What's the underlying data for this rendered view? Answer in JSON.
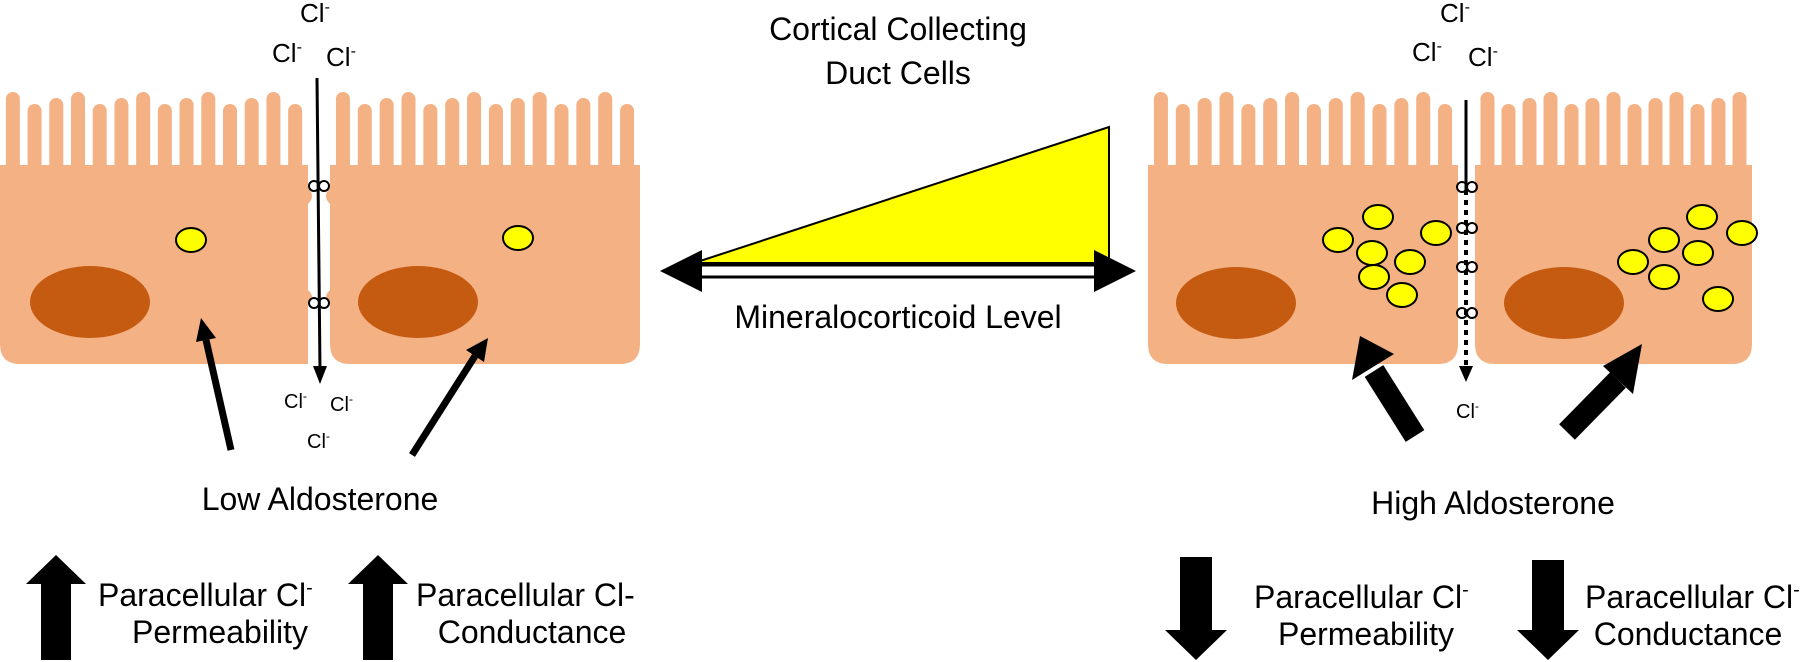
{
  "title_line1": "Cortical Collecting",
  "title_line2": "Duct Cells",
  "gradient_label": "Mineralocorticoid Level",
  "ion_symbol": "Cl",
  "ion_charge": "-",
  "low": {
    "label": "Low Aldosterone",
    "outcome_1": {
      "line1": "Paracellular Cl",
      "line1_charge": "-",
      "line2": "Permeability",
      "direction": "up"
    },
    "outcome_2": {
      "line1": "Paracellular Cl-",
      "line1_charge": "",
      "line2": "Conductance",
      "direction": "up"
    }
  },
  "high": {
    "label": "High Aldosterone",
    "outcome_1": {
      "line1": "Paracellular Cl",
      "line1_charge": "-",
      "line2": "Permeability",
      "direction": "down"
    },
    "outcome_2": {
      "line1": "Paracellular Cl",
      "line1_charge": "-",
      "line2": "Conductance",
      "direction": "down"
    }
  },
  "colors": {
    "cell": "#f4b183",
    "nucleus": "#c55a11",
    "vesicle": "#ffff00",
    "triangle": "#ffff00",
    "arrow": "#000000"
  }
}
